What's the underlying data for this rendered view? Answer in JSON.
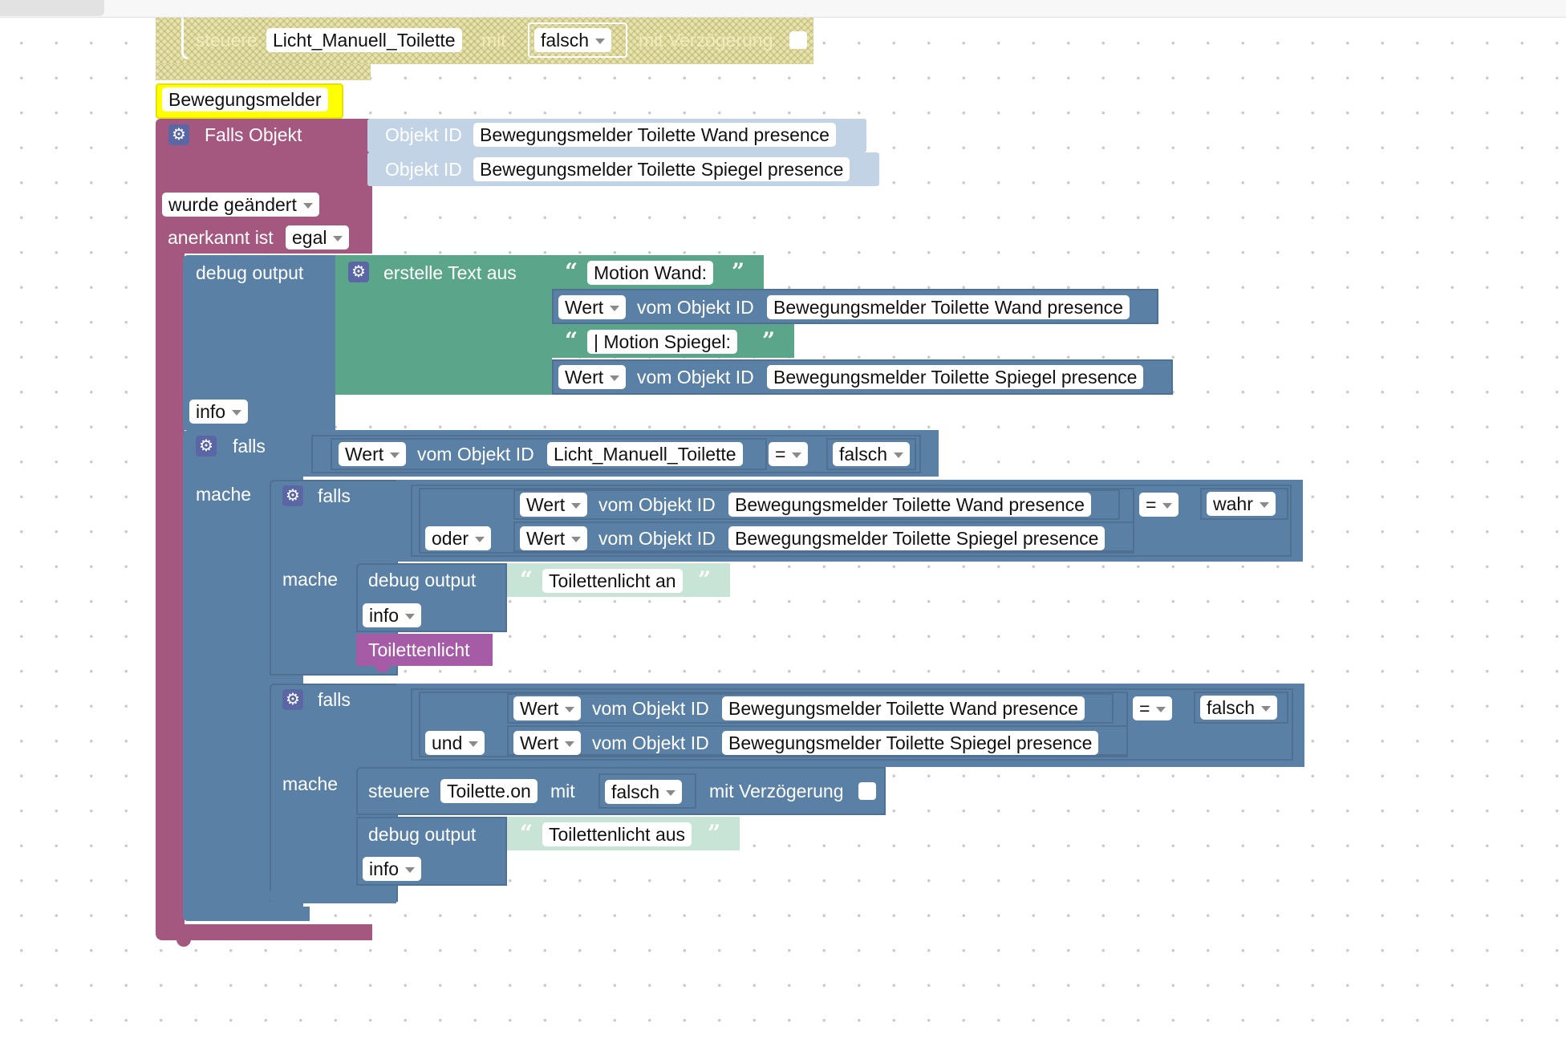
{
  "top_block": {
    "control_label": "steuere",
    "object": "Licht_Manuell_Toilette",
    "with_label": "mit",
    "value": "falsch",
    "delay_label": "mit Verzögerung"
  },
  "comment": "Bewegungsmelder",
  "trigger": {
    "label": "Falls Objekt",
    "object_id_label": "Objekt ID",
    "objects": [
      "Bewegungsmelder Toilette Wand presence",
      "Bewegungsmelder Toilette Spiegel presence"
    ],
    "changed": "wurde geändert",
    "ack_label": "anerkannt ist",
    "ack_value": "egal"
  },
  "debug1": {
    "label": "debug output",
    "text_label": "erstelle Text aus",
    "text1": "Motion Wand:",
    "value_label": "Wert",
    "from_label": "vom Objekt ID",
    "obj1": "Bewegungsmelder Toilette Wand presence",
    "text2": "| Motion Spiegel:",
    "obj2": "Bewegungsmelder Toilette Spiegel presence",
    "level": "info"
  },
  "if_outer": {
    "label": "falls",
    "value_label": "Wert",
    "from_label": "vom Objekt ID",
    "object": "Licht_Manuell_Toilette",
    "op": "=",
    "compare": "falsch",
    "do_label": "mache"
  },
  "if_on": {
    "label": "falls",
    "value_label": "Wert",
    "from_label": "vom Objekt ID",
    "obj1": "Bewegungsmelder Toilette Wand presence",
    "obj2": "Bewegungsmelder Toilette Spiegel presence",
    "logic": "oder",
    "op": "=",
    "compare": "wahr",
    "do_label": "mache",
    "debug_label": "debug output",
    "debug_text": "Toilettenlicht an",
    "level": "info",
    "function_call": "Toilettenlicht"
  },
  "if_off": {
    "label": "falls",
    "value_label": "Wert",
    "from_label": "vom Objekt ID",
    "obj1": "Bewegungsmelder Toilette Wand presence",
    "obj2": "Bewegungsmelder Toilette Spiegel presence",
    "logic": "und",
    "op": "=",
    "compare": "falsch",
    "do_label": "mache",
    "control_label": "steuere",
    "control_object": "Toilette.on",
    "with_label": "mit",
    "control_value": "falsch",
    "delay_label": "mit Verzögerung",
    "debug_label": "debug output",
    "debug_text": "Toilettenlicht aus",
    "level": "info"
  },
  "colors": {
    "event": "#a5587f",
    "logic": "#5b80a5",
    "text": "#5ba58b",
    "function": "#a55ba5",
    "comment": "#ffff00"
  }
}
